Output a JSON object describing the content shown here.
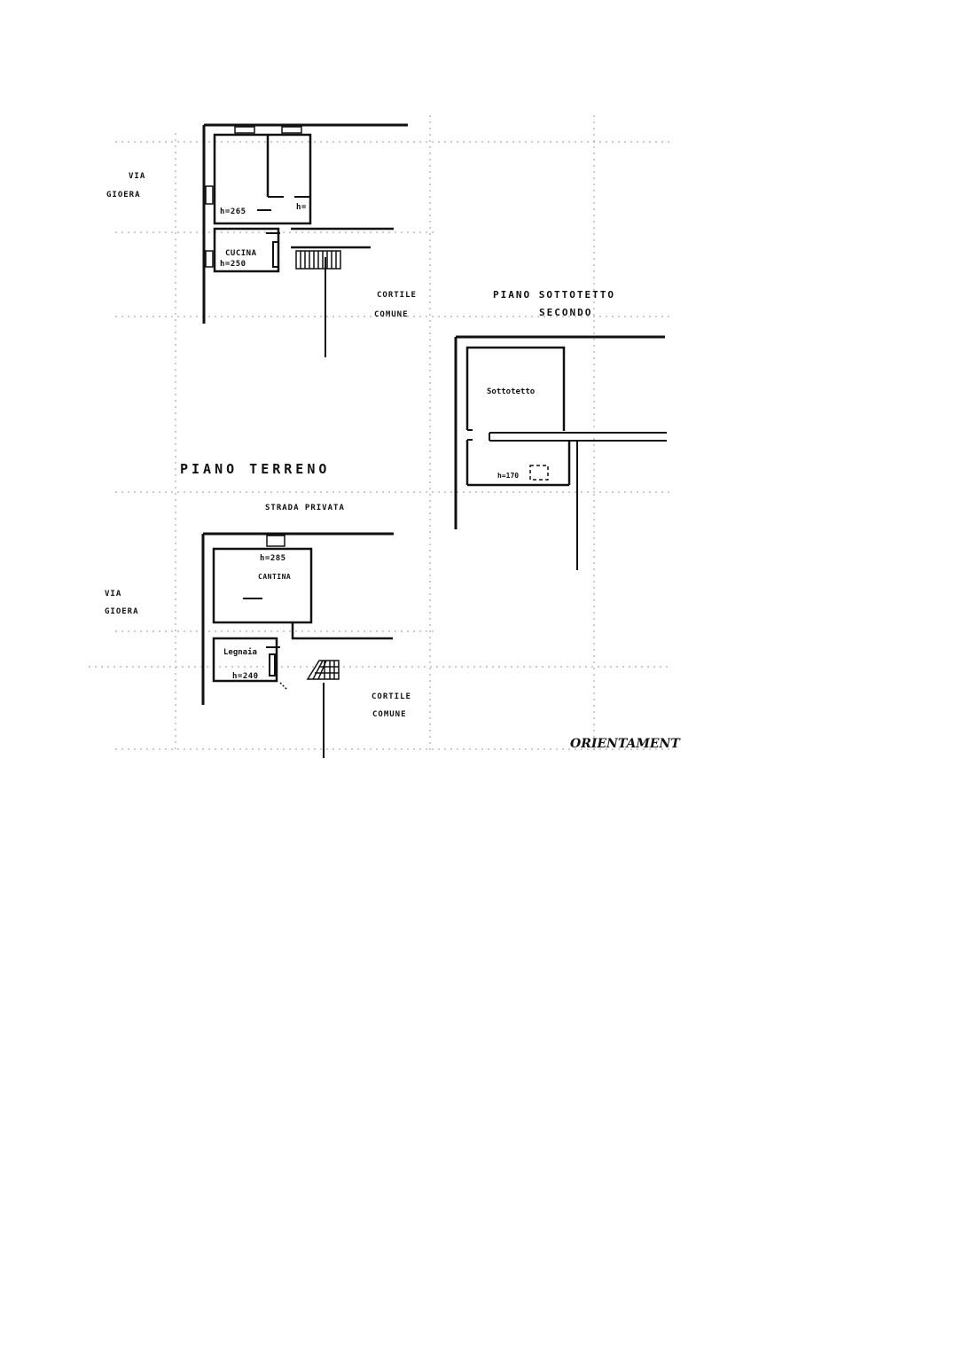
{
  "colors": {
    "ink": "#111111",
    "grid": "#999999",
    "background": "#ffffff"
  },
  "upper_floor": {
    "street_label_line1": "VIA",
    "street_label_line2": "GIOERA",
    "height_main": "h=265",
    "height_bath": "h=",
    "kitchen_label": "CUCINA",
    "kitchen_height": "h=250",
    "courtyard_line1": "CORTILE",
    "courtyard_line2": "COMUNE"
  },
  "attic_floor": {
    "title_line1": "PIANO SOTTOTETTO",
    "title_line2": "SECONDO",
    "room_label": "Sottotetto",
    "height_label": "h=170"
  },
  "ground_floor": {
    "title": "PIANO TERRENO",
    "road_label": "STRADA PRIVATA",
    "street_label_line1": "VIA",
    "street_label_line2": "GIOERA",
    "cellar_height": "h=285",
    "cellar_label": "CANTINA",
    "woodshed_label": "Legnaia",
    "woodshed_height": "h=240",
    "courtyard_line1": "CORTILE",
    "courtyard_line2": "COMUNE"
  },
  "orientation_label": "ORIENTAMENT"
}
